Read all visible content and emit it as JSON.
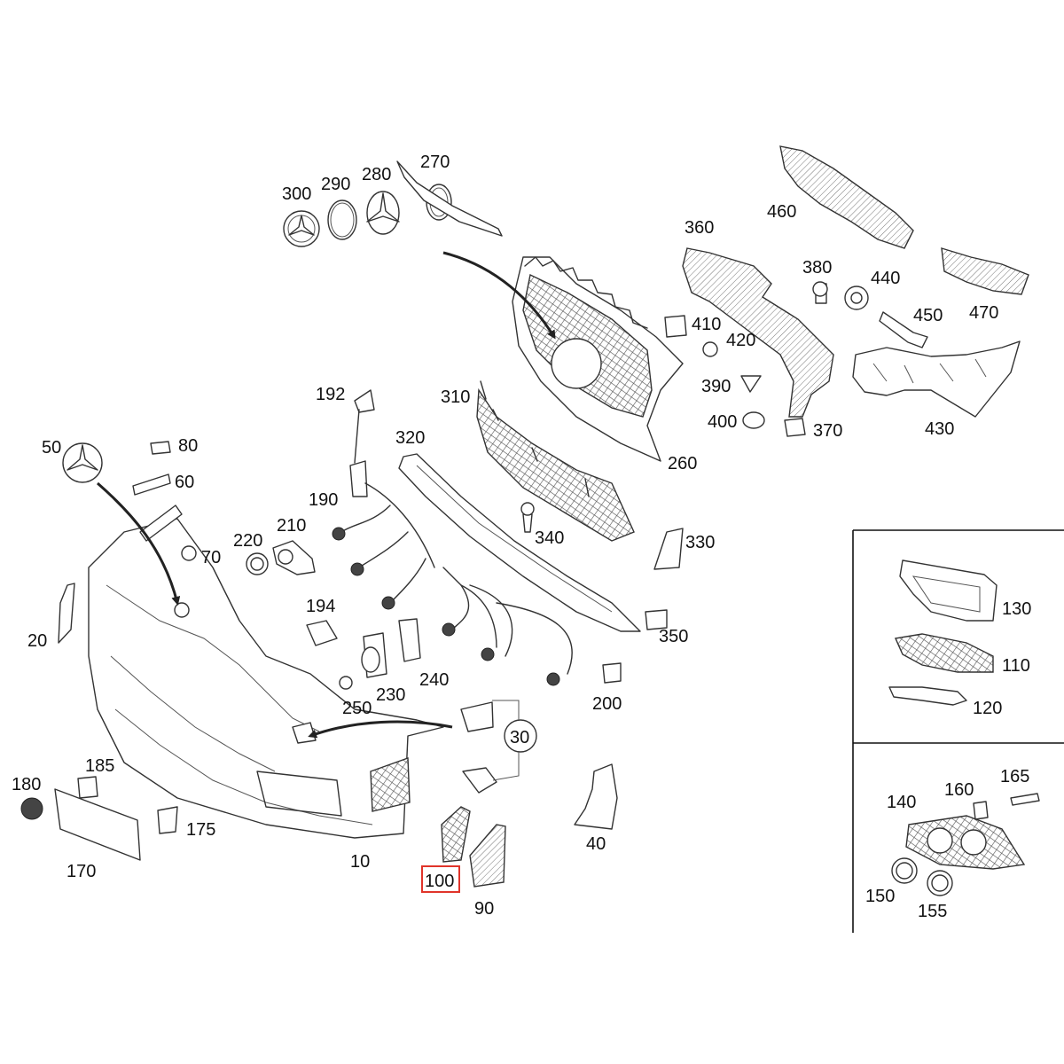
{
  "diagram": {
    "highlight": "100",
    "highlight_color": "#e0342a",
    "labels": [
      "300",
      "290",
      "280",
      "270",
      "460",
      "360",
      "380",
      "440",
      "450",
      "470",
      "410",
      "420",
      "390",
      "400",
      "370",
      "430",
      "192",
      "310",
      "260",
      "320",
      "50",
      "80",
      "60",
      "190",
      "210",
      "220",
      "340",
      "330",
      "70",
      "20",
      "194",
      "350",
      "230",
      "240",
      "250",
      "200",
      "30",
      "180",
      "185",
      "175",
      "170",
      "10",
      "100",
      "90",
      "40",
      "130",
      "110",
      "120",
      "165",
      "140",
      "160",
      "150",
      "155"
    ],
    "icons": [
      "mercedes-star-emblem",
      "tow-hook-cover",
      "parking-sensor",
      "wiring-harness",
      "radiator-grille",
      "bumper-cover",
      "fog-lamp-grille",
      "clip",
      "screw"
    ]
  }
}
